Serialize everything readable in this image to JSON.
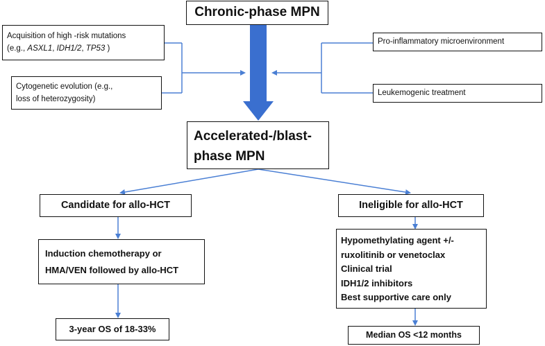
{
  "title": "Chronic-phase MPN",
  "risk_factors": {
    "mutations": {
      "line1": "Acquisition of high -risk mutations",
      "prefix": "(e.g., ",
      "gene1": "ASXL1",
      "sep1": ", ",
      "gene2": "IDH1/2",
      "sep2": ", ",
      "gene3": "TP53",
      "suffix": " )"
    },
    "cytogenetic": {
      "line1": "Cytogenetic evolution (e.g.,",
      "line2": "loss of heterozygosity)"
    },
    "inflammatory": "Pro-inflammatory microenvironment",
    "treatment": "Leukemogenic treatment"
  },
  "accelerated": {
    "line1": "Accelerated-/blast-",
    "line2": "phase MPN"
  },
  "candidate": {
    "label": "Candidate for allo-HCT",
    "therapy_line1": "Induction chemotherapy or",
    "therapy_line2": "HMA/VEN followed by allo-HCT",
    "outcome": "3-year OS of 18-33%"
  },
  "ineligible": {
    "label": "Ineligible for allo-HCT",
    "options": [
      "Hypomethylating agent +/-",
      "ruxolitinib or venetoclax",
      "Clinical trial",
      "IDH1/2 inhibitors",
      "Best supportive care only"
    ],
    "outcome": "Median OS <12 months"
  },
  "colors": {
    "connector": "#4a7fd4",
    "big_arrow": "#3a6fcf",
    "border": "#111111"
  }
}
